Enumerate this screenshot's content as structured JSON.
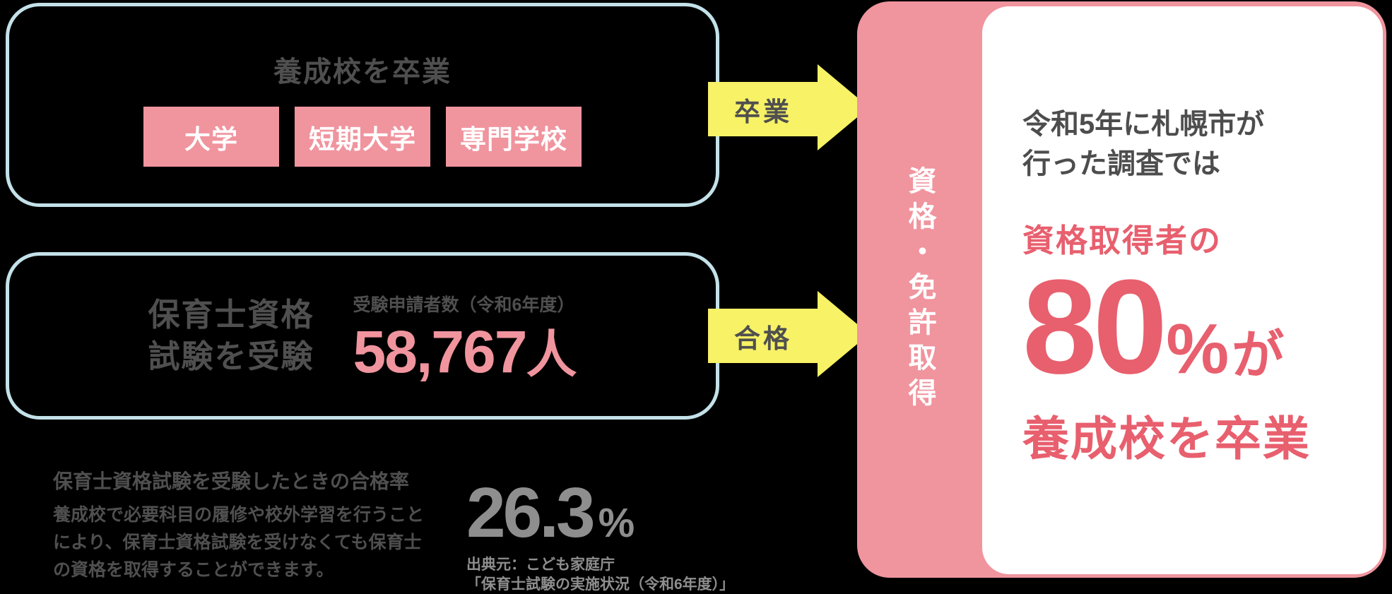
{
  "colors": {
    "background": "#000000",
    "outline_blue": "#c3e1e8",
    "salmon_pink": "#f0949e",
    "accent_pink": "#e85f6e",
    "arrow_yellow": "#f7f266",
    "dark_gray_text": "#4f4f4f",
    "mid_gray_text": "#8e8e8e",
    "white": "#ffffff"
  },
  "graduate_box": {
    "title": "養成校を卒業",
    "schools": [
      "大学",
      "短期大学",
      "専門学校"
    ]
  },
  "exam_box": {
    "title_line1": "保育士資格",
    "title_line2": "試験を受験",
    "applicants_label": "受験申請者数（令和6年度）",
    "applicants_value": "58,767",
    "applicants_unit": "人"
  },
  "arrows": {
    "graduate_label": "卒業",
    "pass_label": "合格"
  },
  "pass_rate_note": {
    "heading": "保育士資格試験を受験したときの合格率",
    "body": "養成校で必要科目の履修や校外学習を行うことにより、保育士資格試験を受けなくても保育士の資格を取得することができます。",
    "rate_value": "26.3",
    "rate_unit": "%",
    "source_line1": "出典元：こども家庭庁",
    "source_line2": "「保育士試験の実施状況（令和6年度）」"
  },
  "result_panel": {
    "side_label": "資格・免許取得",
    "intro_line1": "令和5年に札幌市が",
    "intro_line2": "行った調査では",
    "highlight_prefix": "資格取得者の",
    "percent_value": "80",
    "percent_unit": "%",
    "percent_suffix": "が",
    "highlight_suffix": "養成校を卒業"
  }
}
